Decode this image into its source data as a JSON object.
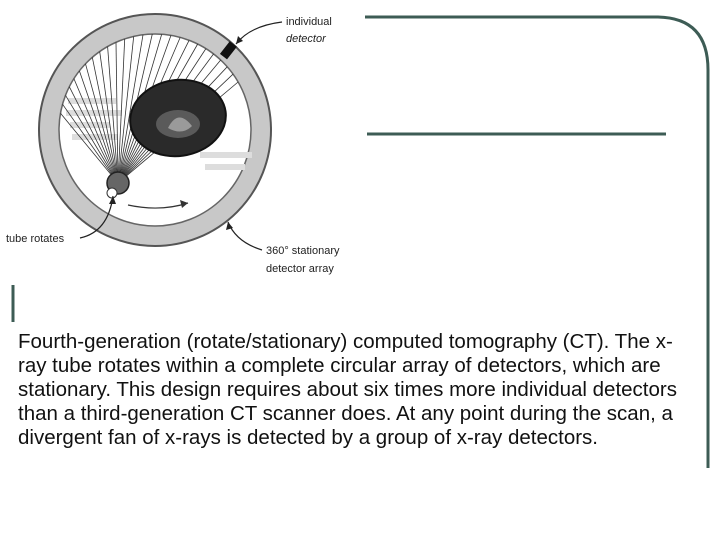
{
  "diagram": {
    "label_detector_line1": "individual",
    "label_detector_line2": "detector",
    "label_tube": "tube rotates",
    "label_array_line1": "360° stationary",
    "label_array_line2": "detector array"
  },
  "caption": "Fourth-generation (rotate/stationary) computed tomography (CT). The x-ray tube rotates within a complete circular array of detectors, which are stationary. This design requires about six times more individual detectors than a third-generation CT scanner does. At any point during the scan, a divergent fan of x-rays is detected by a group of x-ray detectors.",
  "colors": {
    "frame": "#3d5c55",
    "ring": "#c8c8c8",
    "body": "#2a2a2a"
  }
}
